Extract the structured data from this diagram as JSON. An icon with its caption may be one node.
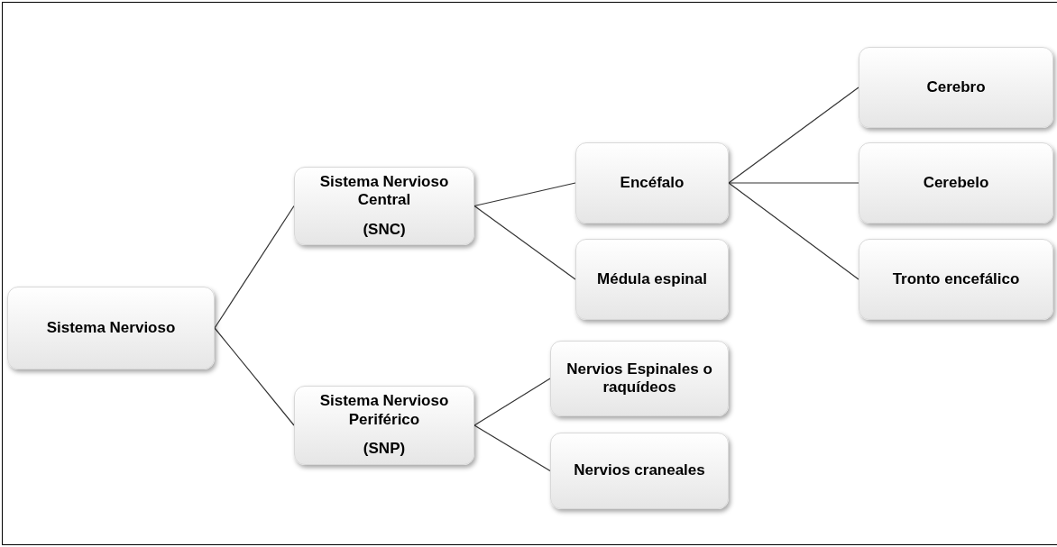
{
  "diagram": {
    "nodes": [
      {
        "text": [
          "Sistema Nervioso"
        ]
      },
      {
        "text": [
          "Sistema Nervioso Central",
          "(SNC)"
        ]
      },
      {
        "text": [
          "Sistema Nervioso Periférico",
          "(SNP)"
        ]
      },
      {
        "text": [
          "Encéfalo"
        ]
      },
      {
        "text": [
          "Médula espinal"
        ]
      },
      {
        "text": [
          "Nervios Espinales o raquídeos"
        ]
      },
      {
        "text": [
          "Nervios craneales"
        ]
      },
      {
        "text": [
          "Cerebro"
        ]
      },
      {
        "text": [
          "Cerebelo"
        ]
      },
      {
        "text": [
          "Tronto encefálico"
        ]
      }
    ],
    "edges": [
      {
        "from": 0,
        "to": 1,
        "arrow": "none"
      },
      {
        "from": 0,
        "to": 2,
        "arrow": "none"
      },
      {
        "from": 1,
        "to": 3,
        "arrow": "none"
      },
      {
        "from": 1,
        "to": 4,
        "arrow": "none"
      },
      {
        "from": 2,
        "to": 5,
        "arrow": "none"
      },
      {
        "from": 2,
        "to": 6,
        "arrow": "none"
      },
      {
        "from": 3,
        "to": 7,
        "arrow": "none"
      },
      {
        "from": 3,
        "to": 8,
        "arrow": "none"
      },
      {
        "from": 3,
        "to": 9,
        "arrow": "none"
      }
    ]
  }
}
